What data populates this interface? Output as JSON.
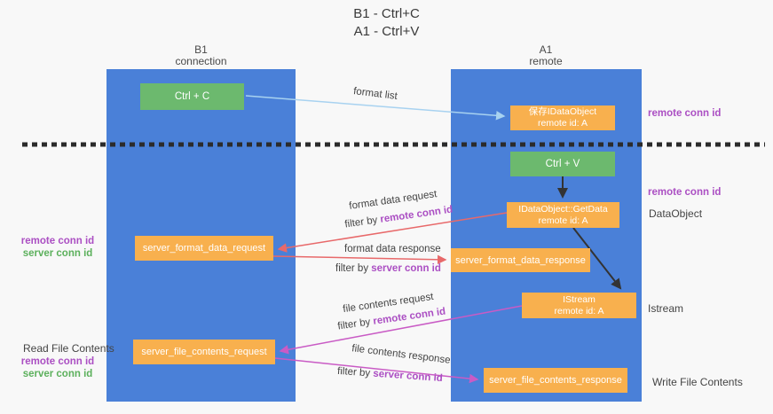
{
  "title": {
    "line1": "B1 - Ctrl+C",
    "line2": "A1 - Ctrl+V"
  },
  "lanes": {
    "left": {
      "name": "B1",
      "subtitle": "connection"
    },
    "right": {
      "name": "A1",
      "subtitle": "remote"
    }
  },
  "boxes": {
    "ctrl_c": {
      "label": "Ctrl + C"
    },
    "ctrl_v": {
      "label": "Ctrl + V"
    },
    "save_idataobject": {
      "line1": "保存IDataObject",
      "line2": "remote id: A"
    },
    "idataobject_getdata": {
      "line1": "IDataObject::GetData",
      "line2": "remote id: A"
    },
    "istream": {
      "line1": "IStream",
      "line2": "remote id: A"
    },
    "server_format_data_request": {
      "label": "server_format_data_request"
    },
    "server_format_data_response": {
      "label": "server_format_data_response"
    },
    "server_file_contents_request": {
      "label": "server_file_contents_request"
    },
    "server_file_contents_response": {
      "label": "server_file_contents_response"
    }
  },
  "flow_labels": {
    "format_list": "format list",
    "format_data_request": "format data request",
    "format_data_request_filter_prefix": "filter by ",
    "format_data_request_filter_key": "remote conn id",
    "format_data_response": "format data response",
    "format_data_response_filter_prefix": "filter by ",
    "format_data_response_filter_key": "server conn id",
    "file_contents_request": "file contents request",
    "file_contents_request_filter_prefix": "filter by ",
    "file_contents_request_filter_key": "remote conn id",
    "file_contents_response": "file contents response",
    "file_contents_response_filter_prefix": "filter by ",
    "file_contents_response_filter_key": "server conn id"
  },
  "side_labels": {
    "right_remote_conn_id_top": "remote conn id",
    "right_remote_conn_id_mid": "remote conn id",
    "right_dataobject": "DataObject",
    "right_istream": "Istream",
    "right_write_file_contents": "Write File Contents",
    "left_remote_conn_id_mid": "remote conn id",
    "left_server_conn_id_mid": "server conn id",
    "left_read_file_contents": "Read File Contents",
    "left_remote_conn_id_bottom": "remote conn id",
    "left_server_conn_id_bottom": "server conn id"
  },
  "colors": {
    "lane_blue": "#4a80d8",
    "box_green": "#6cb96e",
    "box_orange": "#f8b04e",
    "arrow_blue": "#a8d2f0",
    "arrow_red": "#e8696a",
    "arrow_magenta": "#c95bc5",
    "arrow_black": "#333333",
    "text_purple": "#ab4fc3",
    "text_green": "#5cb05c"
  }
}
